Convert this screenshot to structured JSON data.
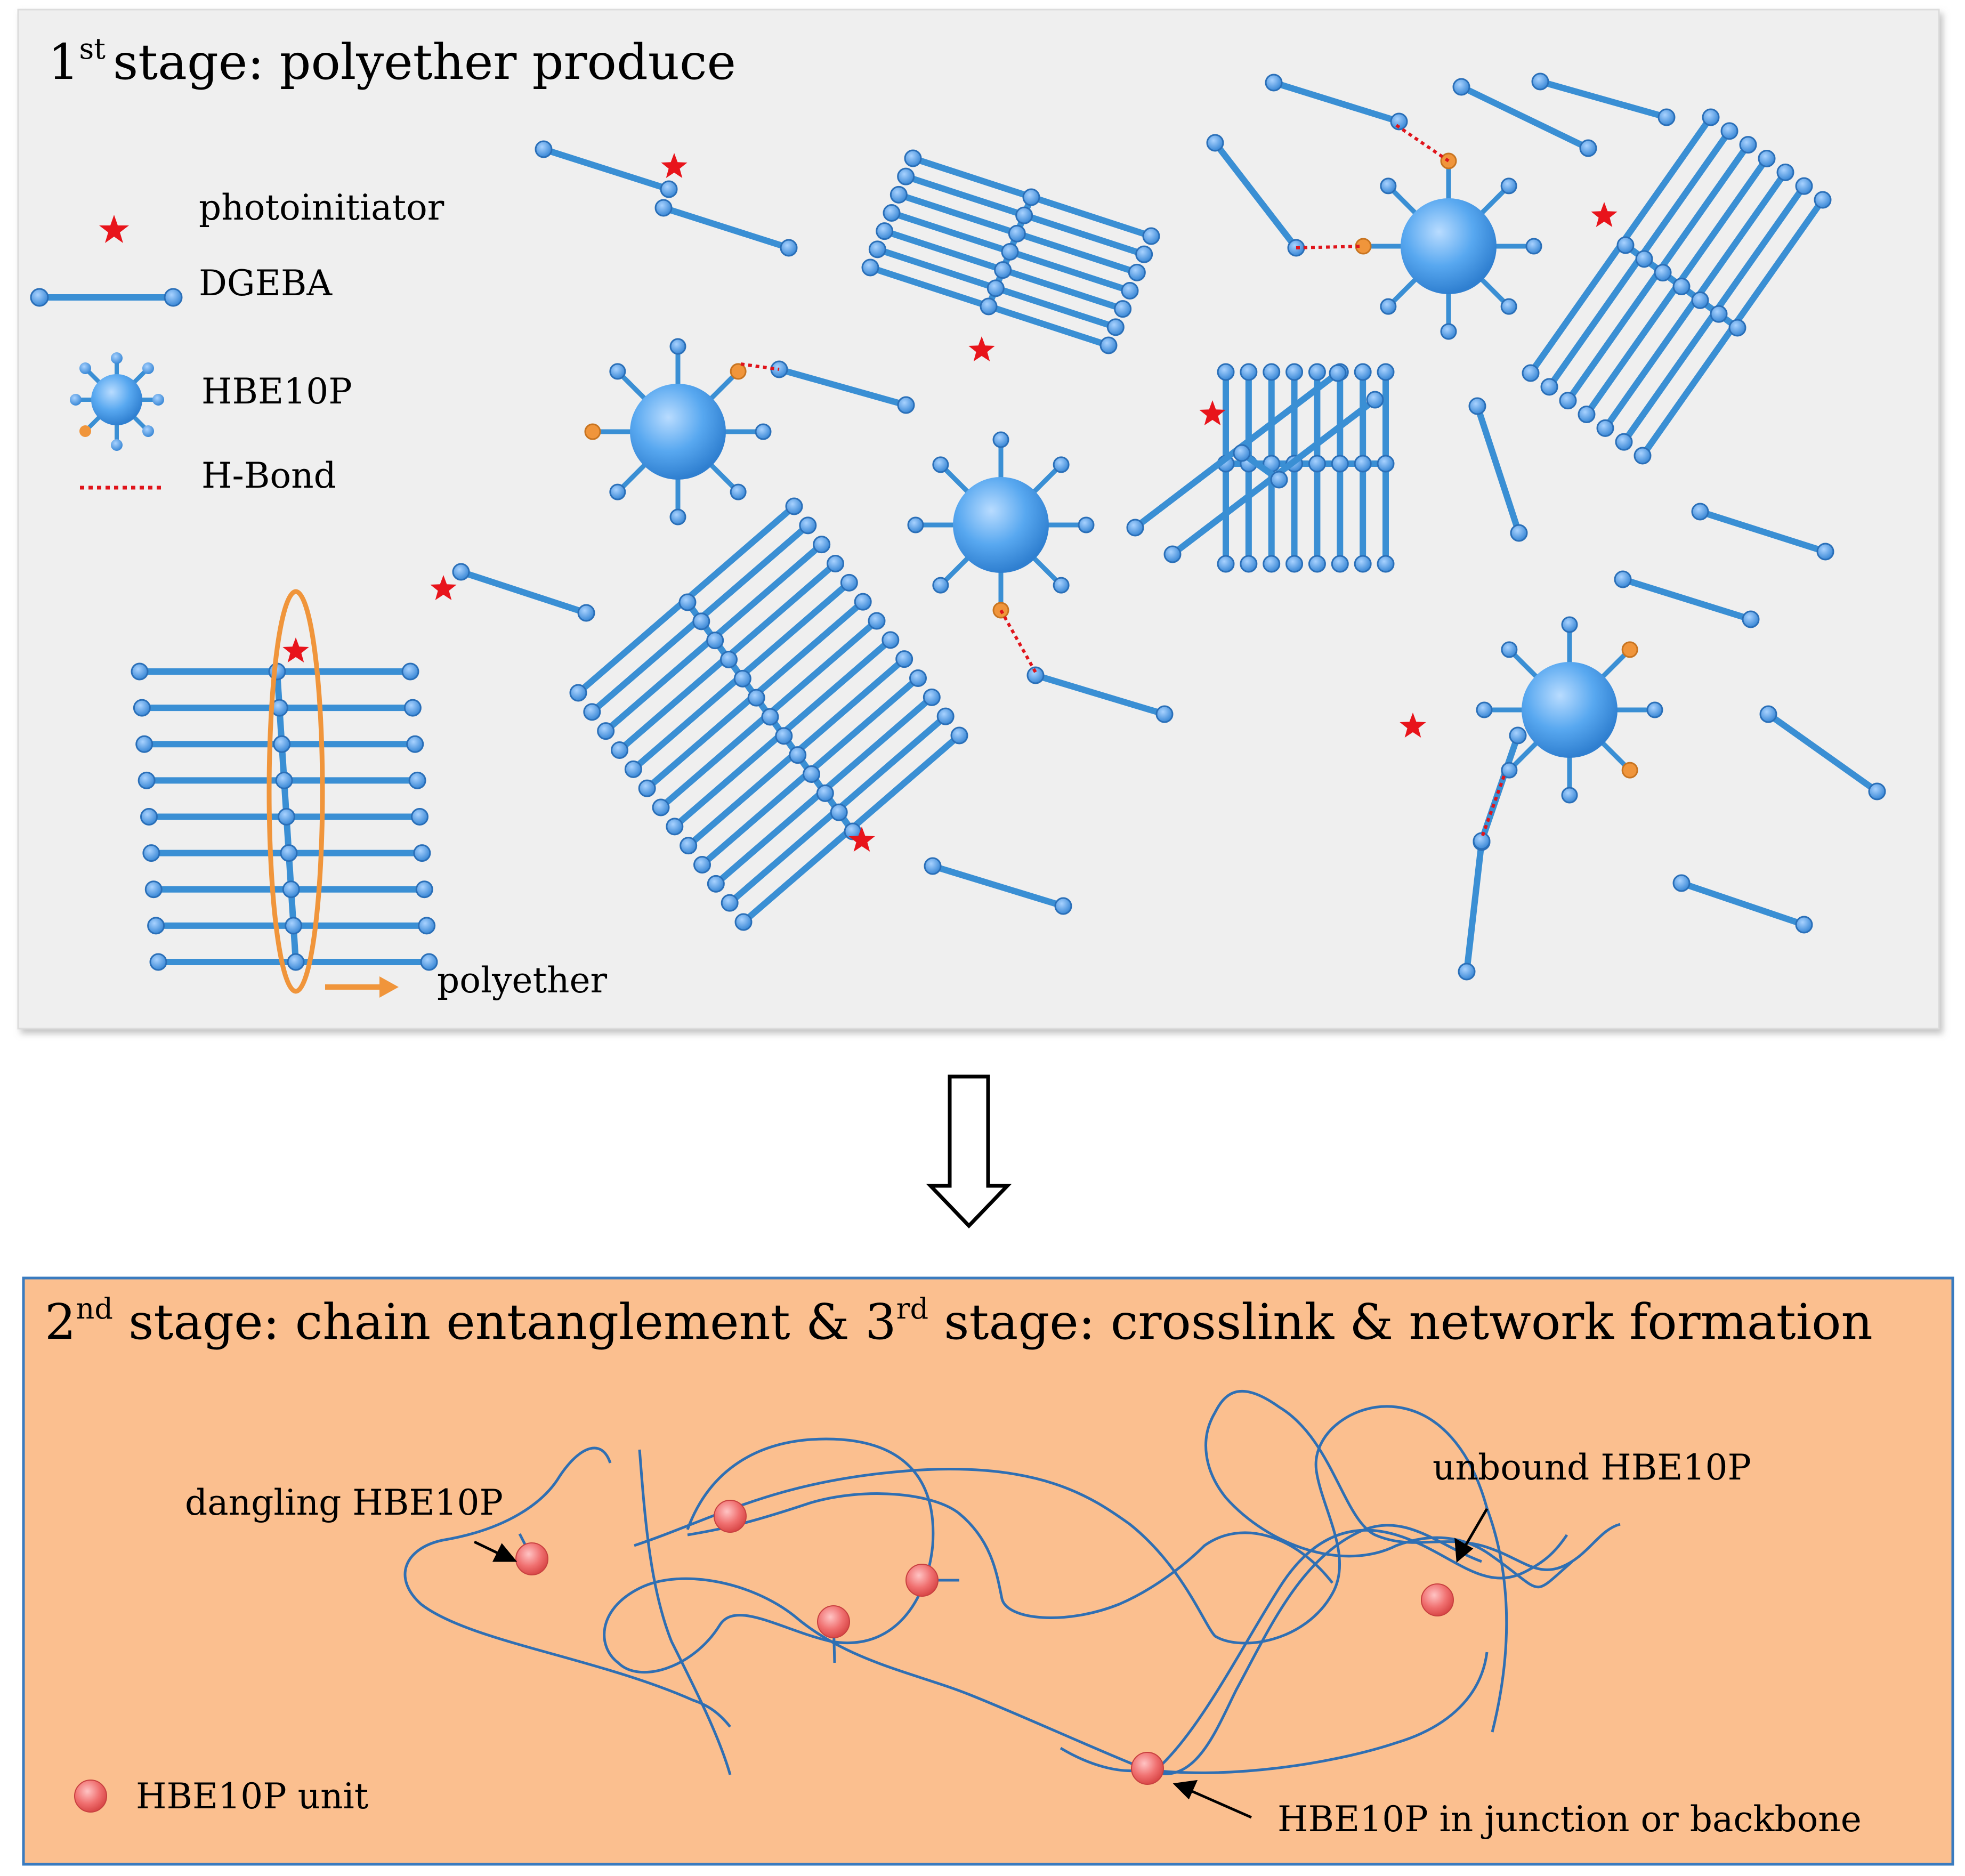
{
  "stage1": {
    "title": "stage: polyether produce",
    "title_num": "1",
    "title_sup": "st",
    "bg": "#efefef"
  },
  "legend": {
    "photoinitiator": "photoinitiator",
    "dgeba": "DGEBA",
    "hbe": "HBE10P",
    "hbond": "H-Bond"
  },
  "polyether_label": "polyether",
  "stage2": {
    "title_a": " stage: chain entanglement & 3",
    "title_b": " stage: crosslink & network formation",
    "sup_a": "nd",
    "sup_b": "rd",
    "num_a": "2",
    "bg": "#fbbf8f"
  },
  "annotations": {
    "dangling": "dangling HBE10P",
    "unbound": "unbound HBE10P",
    "junction": "HBE10P in junction or backbone",
    "unit": "HBE10P unit"
  },
  "colors": {
    "chain": "#3a8fd4",
    "node": "#4aa0e6",
    "star": "#e8141b",
    "orange": "#f0953b",
    "hbond": "#e0141b",
    "network": "#2f6fb3",
    "sphere": "#e85c5c"
  }
}
